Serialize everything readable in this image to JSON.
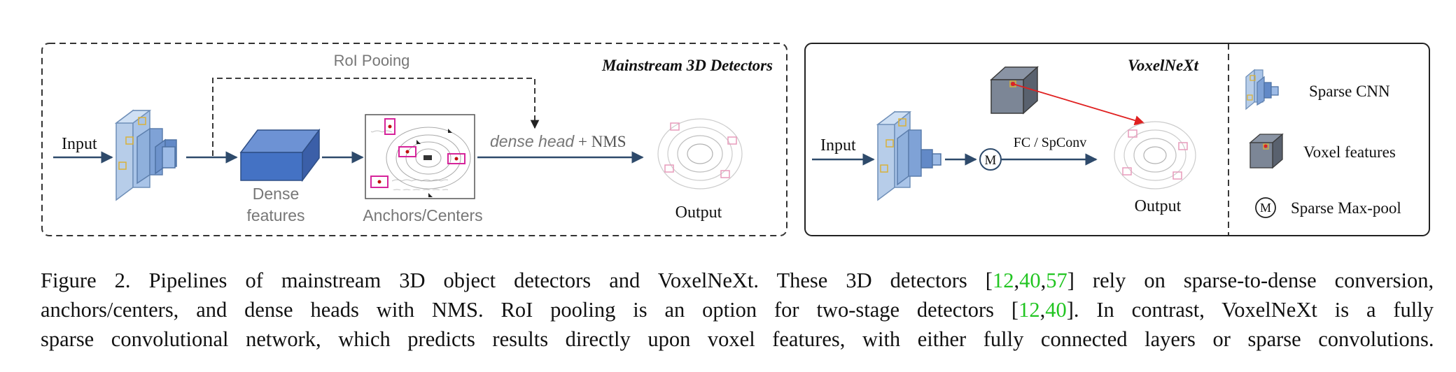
{
  "left_panel": {
    "title": "Mainstream 3D Detectors",
    "roi_label": "RoI Pooing",
    "input_label": "Input",
    "dense_features_label": [
      "Dense",
      "features"
    ],
    "anchors_label": "Anchors/Centers",
    "head_label_italic": "dense head",
    "head_label_rest": " + NMS",
    "output_label": "Output"
  },
  "right_panel": {
    "title": "VoxelNeXt",
    "input_label": "Input",
    "maxpool_symbol": "M",
    "fc_label": "FC / SpConv",
    "output_label": "Output"
  },
  "legend": {
    "sparse_cnn": "Sparse CNN",
    "voxel_features": "Voxel features",
    "maxpool_symbol": "M",
    "sparse_maxpool": "Sparse Max-pool"
  },
  "caption": {
    "line1_a": "Figure 2. Pipelines of mainstream 3D object detectors and VoxelNeXt. These 3D detectors [",
    "line1_c1": "12",
    "line1_s1": ",",
    "line1_c2": "40",
    "line1_s2": ",",
    "line1_c3": "57",
    "line1_b": "] rely on sparse-to-dense conversion,",
    "line2_a": "anchors/centers, and dense heads with NMS. RoI pooling is an option for two-stage detectors [",
    "line2_c1": "12",
    "line2_s1": ",",
    "line2_c2": "40",
    "line2_b": "]. In contrast, VoxelNeXt is a fully",
    "line3": "sparse convolutional network, which predicts results directly upon voxel features, with either fully connected layers or sparse convolutions."
  },
  "colors": {
    "arrow": "#2e4a6b",
    "block_blue": "#4472c4",
    "block_light": "#a9c4e8",
    "magenta": "#d6249a",
    "red_arrow": "#e02020",
    "citation_green": "#22c522",
    "dash_border": "#333333"
  }
}
